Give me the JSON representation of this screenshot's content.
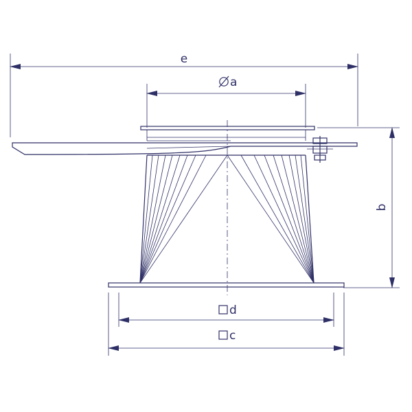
{
  "drawing": {
    "ink_color": "#2e2f66",
    "background": "#ffffff",
    "dimensions": {
      "e": {
        "symbol": "",
        "label": "e"
      },
      "a": {
        "symbol": "diameter-symbol",
        "label": "a"
      },
      "b": {
        "symbol": "",
        "label": "b"
      },
      "d": {
        "symbol": "square-symbol",
        "label": "d"
      },
      "c": {
        "symbol": "square-symbol",
        "label": "c"
      }
    }
  }
}
